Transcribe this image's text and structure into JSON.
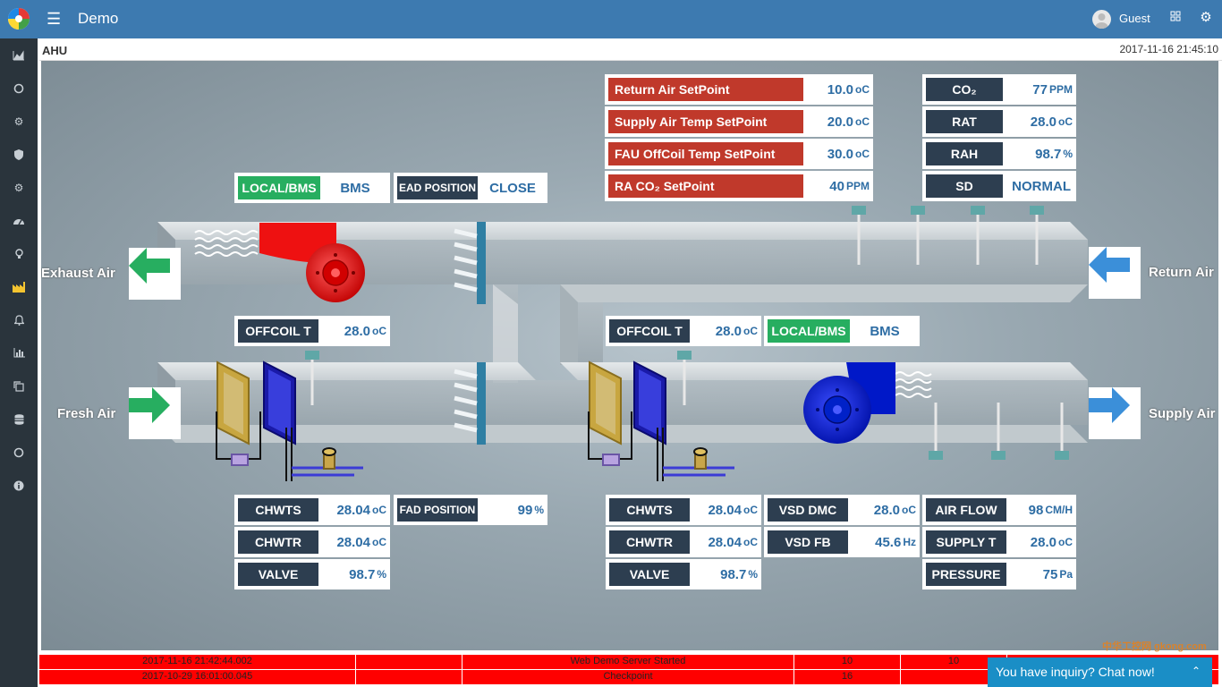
{
  "app": {
    "title": "Demo",
    "user": "Guest"
  },
  "page": {
    "title": "AHU",
    "timestamp": "2017-11-16 21:45:10"
  },
  "setpoints": [
    {
      "label": "Return Air SetPoint",
      "value": "10.0",
      "unit": "oC"
    },
    {
      "label": "Supply Air Temp SetPoint",
      "value": "20.0",
      "unit": "oC"
    },
    {
      "label": "FAU OffCoil Temp SetPoint",
      "value": "30.0",
      "unit": "oC"
    },
    {
      "label": "RA CO₂ SetPoint",
      "value": "40",
      "unit": "PPM"
    }
  ],
  "return_sensors": [
    {
      "label": "CO₂",
      "value": "77",
      "unit": "PPM"
    },
    {
      "label": "RAT",
      "value": "28.0",
      "unit": "oC"
    },
    {
      "label": "RAH",
      "value": "98.7",
      "unit": "%"
    },
    {
      "label": "SD",
      "value": "NORMAL",
      "unit": ""
    }
  ],
  "fau": {
    "local_bms_label": "LOCAL/BMS",
    "local_bms_value": "BMS",
    "ead_label": "EAD POSITION",
    "ead_value": "CLOSE",
    "offcoil_label": "OFFCOIL T",
    "offcoil_value": "28.0",
    "offcoil_unit": "oC",
    "chwts_label": "CHWTS",
    "chwts_value": "28.04",
    "chwts_unit": "oC",
    "chwtr_label": "CHWTR",
    "chwtr_value": "28.04",
    "chwtr_unit": "oC",
    "valve_label": "VALVE",
    "valve_value": "98.7",
    "valve_unit": "%",
    "fad_label": "FAD POSITION",
    "fad_value": "99",
    "fad_unit": "%"
  },
  "ahu": {
    "offcoil_label": "OFFCOIL T",
    "offcoil_value": "28.0",
    "offcoil_unit": "oC",
    "local_bms_label": "LOCAL/BMS",
    "local_bms_value": "BMS",
    "chwts_label": "CHWTS",
    "chwts_value": "28.04",
    "chwts_unit": "oC",
    "chwtr_label": "CHWTR",
    "chwtr_value": "28.04",
    "chwtr_unit": "oC",
    "valve_label": "VALVE",
    "valve_value": "98.7",
    "valve_unit": "%",
    "vsd_dmc_label": "VSD DMC",
    "vsd_dmc_value": "28.0",
    "vsd_dmc_unit": "oC",
    "vsd_fb_label": "VSD FB",
    "vsd_fb_value": "45.6",
    "vsd_fb_unit": "Hz",
    "airflow_label": "AIR FLOW",
    "airflow_value": "98",
    "airflow_unit": "CM/H",
    "supply_t_label": "SUPPLY T",
    "supply_t_value": "28.0",
    "supply_t_unit": "oC",
    "pressure_label": "PRESSURE",
    "pressure_value": "75",
    "pressure_unit": "Pa"
  },
  "air_labels": {
    "exhaust": "Exhaust Air",
    "fresh": "Fresh Air",
    "return": "Return Air",
    "supply": "Supply Air"
  },
  "events": [
    {
      "time": "2017-11-16 21:42:44.002",
      "c2": "",
      "msg": "Web Demo Server Started",
      "c4": "10",
      "c5": "10"
    },
    {
      "time": "2017-10-29 16:01:00.045",
      "c2": "",
      "msg": "Checkpoint",
      "c4": "16",
      "c5": ""
    }
  ],
  "chat": {
    "text": "You have inquiry? Chat now!"
  },
  "watermark": "中华工控网 gkong.com",
  "colors": {
    "header": "#3d7ab0",
    "sidebar": "#2a343c",
    "label_bg": "#2d3e50",
    "setpoint_bg": "#c0392b",
    "bms_bg": "#27ae60",
    "value_text": "#2e6da4",
    "event_bg": "#ff0000",
    "chat_bg": "#1a8ec6"
  },
  "icons": {
    "sidebar": [
      "chart-area-icon",
      "circle-icon",
      "cogs-icon",
      "shield-icon",
      "gear-icon",
      "dashboard-icon",
      "lightbulb-icon",
      "factory-icon",
      "bell-icon",
      "bar-chart-icon",
      "copy-icon",
      "database-icon",
      "circle-icon",
      "info-icon"
    ]
  }
}
